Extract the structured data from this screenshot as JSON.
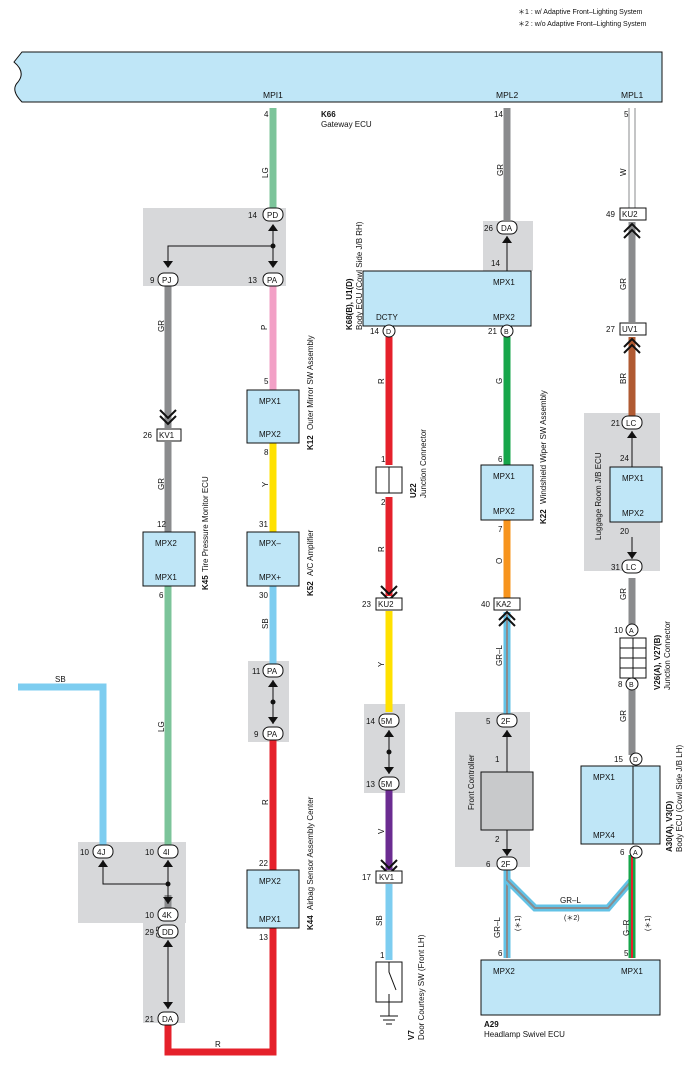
{
  "notes": {
    "n1": "＊1 : w/ Adaptive Front–Lighting System",
    "n2": "＊2 : w/o Adaptive Front–Lighting System"
  },
  "gateway": {
    "code": "K66",
    "name": "Gateway ECU",
    "pins": {
      "mpi1": "MPI1",
      "mpl2": "MPL2",
      "mpl1": "MPL1"
    },
    "pin_nums": {
      "p4": "4",
      "p14": "14",
      "p5": "5"
    }
  },
  "body_ecu_rh": {
    "code": "K68(B), U1(D)",
    "name": "Body ECU (Cowl Side J/B RH)",
    "mpx1": "MPX1",
    "mpx2": "MPX2",
    "dcty": "DCTY",
    "pin14": "14",
    "pinD": "D",
    "pin21": "21",
    "pinB": "B",
    "pin14top": "14"
  },
  "mirror": {
    "code": "K12",
    "name": "Outer Mirror SW Assembly",
    "mpx1": "MPX1",
    "mpx2": "MPX2",
    "p5": "5",
    "p8": "8"
  },
  "tpms": {
    "code": "K45",
    "name": "Tire Pressure Monitor ECU",
    "mpx2": "MPX2",
    "mpx1": "MPX1",
    "p12": "12",
    "p6": "6"
  },
  "ac": {
    "code": "K52",
    "name": "A/C Amplifier",
    "mpxm": "MPX–",
    "mpxp": "MPX+",
    "p31": "31",
    "p30": "30"
  },
  "airbag": {
    "code": "K44",
    "name": "Airbag Sensor Assembly Center",
    "mpx2": "MPX2",
    "mpx1": "MPX1",
    "p22": "22",
    "p13": "13"
  },
  "junction_u22": {
    "code": "U22",
    "name": "Junction Connector",
    "p1": "1",
    "p2": "2"
  },
  "wiper": {
    "code": "K22",
    "name": "Windshield Wiper SW Assembly",
    "mpx1": "MPX1",
    "mpx2": "MPX2",
    "p6": "6",
    "p7": "7"
  },
  "door_sw": {
    "code": "V7",
    "name": "Door Courtesy SW (Front LH)",
    "p1": "1"
  },
  "luggage": {
    "name": "Luggage Room J/B ECU",
    "mpx1": "MPX1",
    "mpx2": "MPX2",
    "p24": "24",
    "p20": "20"
  },
  "junction_v26": {
    "code": "V26(A), V27(B)",
    "name": "Junction Connector",
    "pA": "A",
    "pB": "B",
    "p10": "10",
    "p8": "8"
  },
  "body_ecu_lh": {
    "code": "A30(A), V3(D)",
    "name": "Body ECU (Cowl Side J/B LH)",
    "mpx1": "MPX1",
    "mpx4": "MPX4",
    "p15": "15",
    "pD": "D",
    "p6": "6",
    "pA": "A"
  },
  "front_ctrl": {
    "name": "Front Controller",
    "p1": "1",
    "p2": "2"
  },
  "headlamp": {
    "code": "A29",
    "name": "Headlamp Swivel ECU",
    "mpx2": "MPX2",
    "mpx1": "MPX1",
    "p6": "6",
    "p5": "5"
  },
  "connectors": {
    "PD": "PD",
    "PJ": "PJ",
    "PA": "PA",
    "DA": "DA",
    "KU2": "KU2",
    "UV1": "UV1",
    "LC": "LC",
    "KV1": "KV1",
    "KA2": "KA2",
    "5M": "5M",
    "2F": "2F",
    "4J": "4J",
    "4I": "4I",
    "4K": "4K",
    "DD": "DD"
  },
  "pin_labels": {
    "n14a": "14",
    "n13a": "13",
    "n9a": "9",
    "n26a": "26",
    "n14b": "14",
    "n49": "49",
    "n27": "27",
    "n21a": "21",
    "n21b": "21",
    "n31a": "31",
    "n26b": "26",
    "n11": "11",
    "n9b": "9",
    "n23": "23",
    "n40": "40",
    "n14c": "14",
    "n13b": "13",
    "n17": "17",
    "n5a": "5",
    "n6a": "6",
    "n10a": "10",
    "n10b": "10",
    "n10c": "10",
    "n29": "29",
    "n21c": "21"
  },
  "wires": {
    "LG1": "LG",
    "GR1": "GR",
    "W": "W",
    "GR2": "GR",
    "BR": "BR",
    "GR3": "GR",
    "GR4": "GR",
    "GR5": "GR",
    "P": "P",
    "Y1": "Y",
    "SB1": "SB",
    "R1": "R",
    "R2": "R",
    "R3": "R",
    "Y2": "Y",
    "V": "V",
    "SB2": "SB",
    "G": "G",
    "O": "O",
    "GRL1": "GR–L",
    "GRL2": "GR–L",
    "GRL3": "GR–L",
    "GR6": "GR",
    "GR7": "GR",
    "GR_R": "G–R",
    "LG2": "LG",
    "GR8": "GR",
    "SB3": "SB",
    "R4": "R"
  },
  "markers": {
    "m1a": "(＊1)",
    "m2": "(＊2)",
    "m1b": "(＊1)"
  },
  "colors": {
    "LG": "#7cc49a",
    "GR": "#8a8b8d",
    "W": "#ffffff",
    "BR": "#b05a32",
    "P": "#f2a0c6",
    "Y": "#ffe100",
    "SB": "#7dcdf0",
    "R": "#e5212b",
    "V": "#6b2c91",
    "G": "#16a64a",
    "O": "#f7941d",
    "GRL": "#62c2e6",
    "GRred": "#16a64a",
    "box": "#bfe6f7",
    "shade": "#d7d8da"
  }
}
